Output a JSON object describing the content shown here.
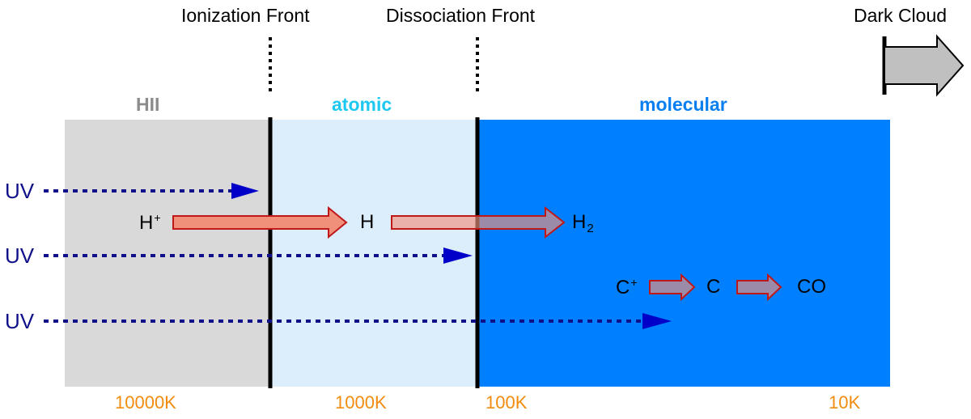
{
  "fronts": {
    "ionization": "Ionization Front",
    "dissociation": "Dissociation Front",
    "dark_cloud": "Dark Cloud"
  },
  "regions": [
    {
      "label": "HII",
      "color": "#8c8c8c",
      "fill": "#d9d9d9"
    },
    {
      "label": "atomic",
      "color": "#1ec8f0",
      "fill": "#dcedfb"
    },
    {
      "label": "molecular",
      "color": "#0a7ff0",
      "fill": "#0080ff"
    }
  ],
  "temperatures": [
    "10000K",
    "1000K",
    "100K",
    "10K"
  ],
  "uv_label": "UV",
  "species": {
    "h_plus": {
      "base": "H",
      "sup": "+"
    },
    "h": {
      "base": "H"
    },
    "h2": {
      "base": "H",
      "sub": "2"
    },
    "c_plus": {
      "base": "C",
      "sup": "+"
    },
    "c": {
      "base": "C"
    },
    "co": {
      "base": "CO"
    }
  },
  "colors": {
    "uv_arrow": "#10108a",
    "reaction_arrow_fill": "#f0907a",
    "reaction_arrow_stroke": "#c01818",
    "temperature_text": "#f28c0f",
    "dark_cloud_arrow": "#c0c0c0"
  }
}
